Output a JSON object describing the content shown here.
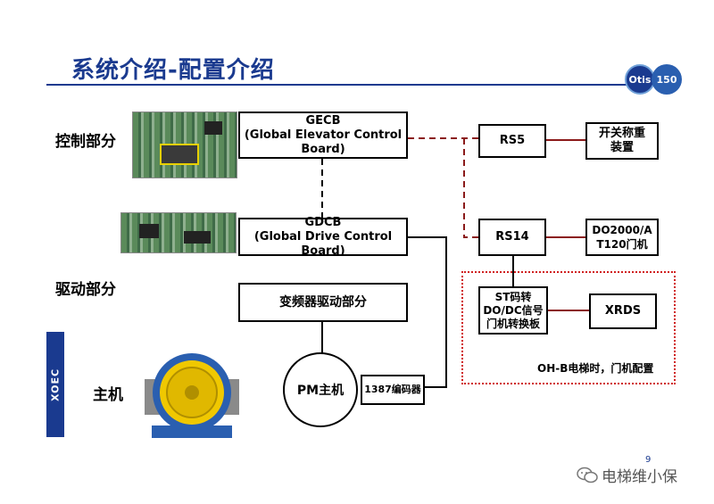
{
  "title": "系统介绍-配置介绍",
  "logos": {
    "left": "Otis",
    "right": "150"
  },
  "side_labels": {
    "control": "控制部分",
    "drive": "驱动部分",
    "machine": "主机"
  },
  "boxes": {
    "gecb": "GECB\n(Global Elevator Control\nBoard)",
    "gdcb": "GDCB\n(Global Drive Control Board)",
    "inverter": "变频器驱动部分",
    "rs5": "RS5",
    "rs14": "RS14",
    "weighing": "开关称重\n装置",
    "door_ctrl": "DO2000/A\nT120门机",
    "st_board": "ST码转\nDO/DC信号\n门机转换板",
    "xrds": "XRDS",
    "encoder": "1387编码器",
    "pm_motor": "PM主机"
  },
  "region_note": "OH-B电梯时，门机配置",
  "side_strip": "XOEC",
  "page_number": "9",
  "watermark": "电梯维小保",
  "colors": {
    "title": "#1a3a8f",
    "link_red": "#8b1a1a",
    "region_border": "#d02020"
  },
  "icons": [
    "pcb-image",
    "pcb-image",
    "traction-machine-image",
    "wechat-icon"
  ]
}
